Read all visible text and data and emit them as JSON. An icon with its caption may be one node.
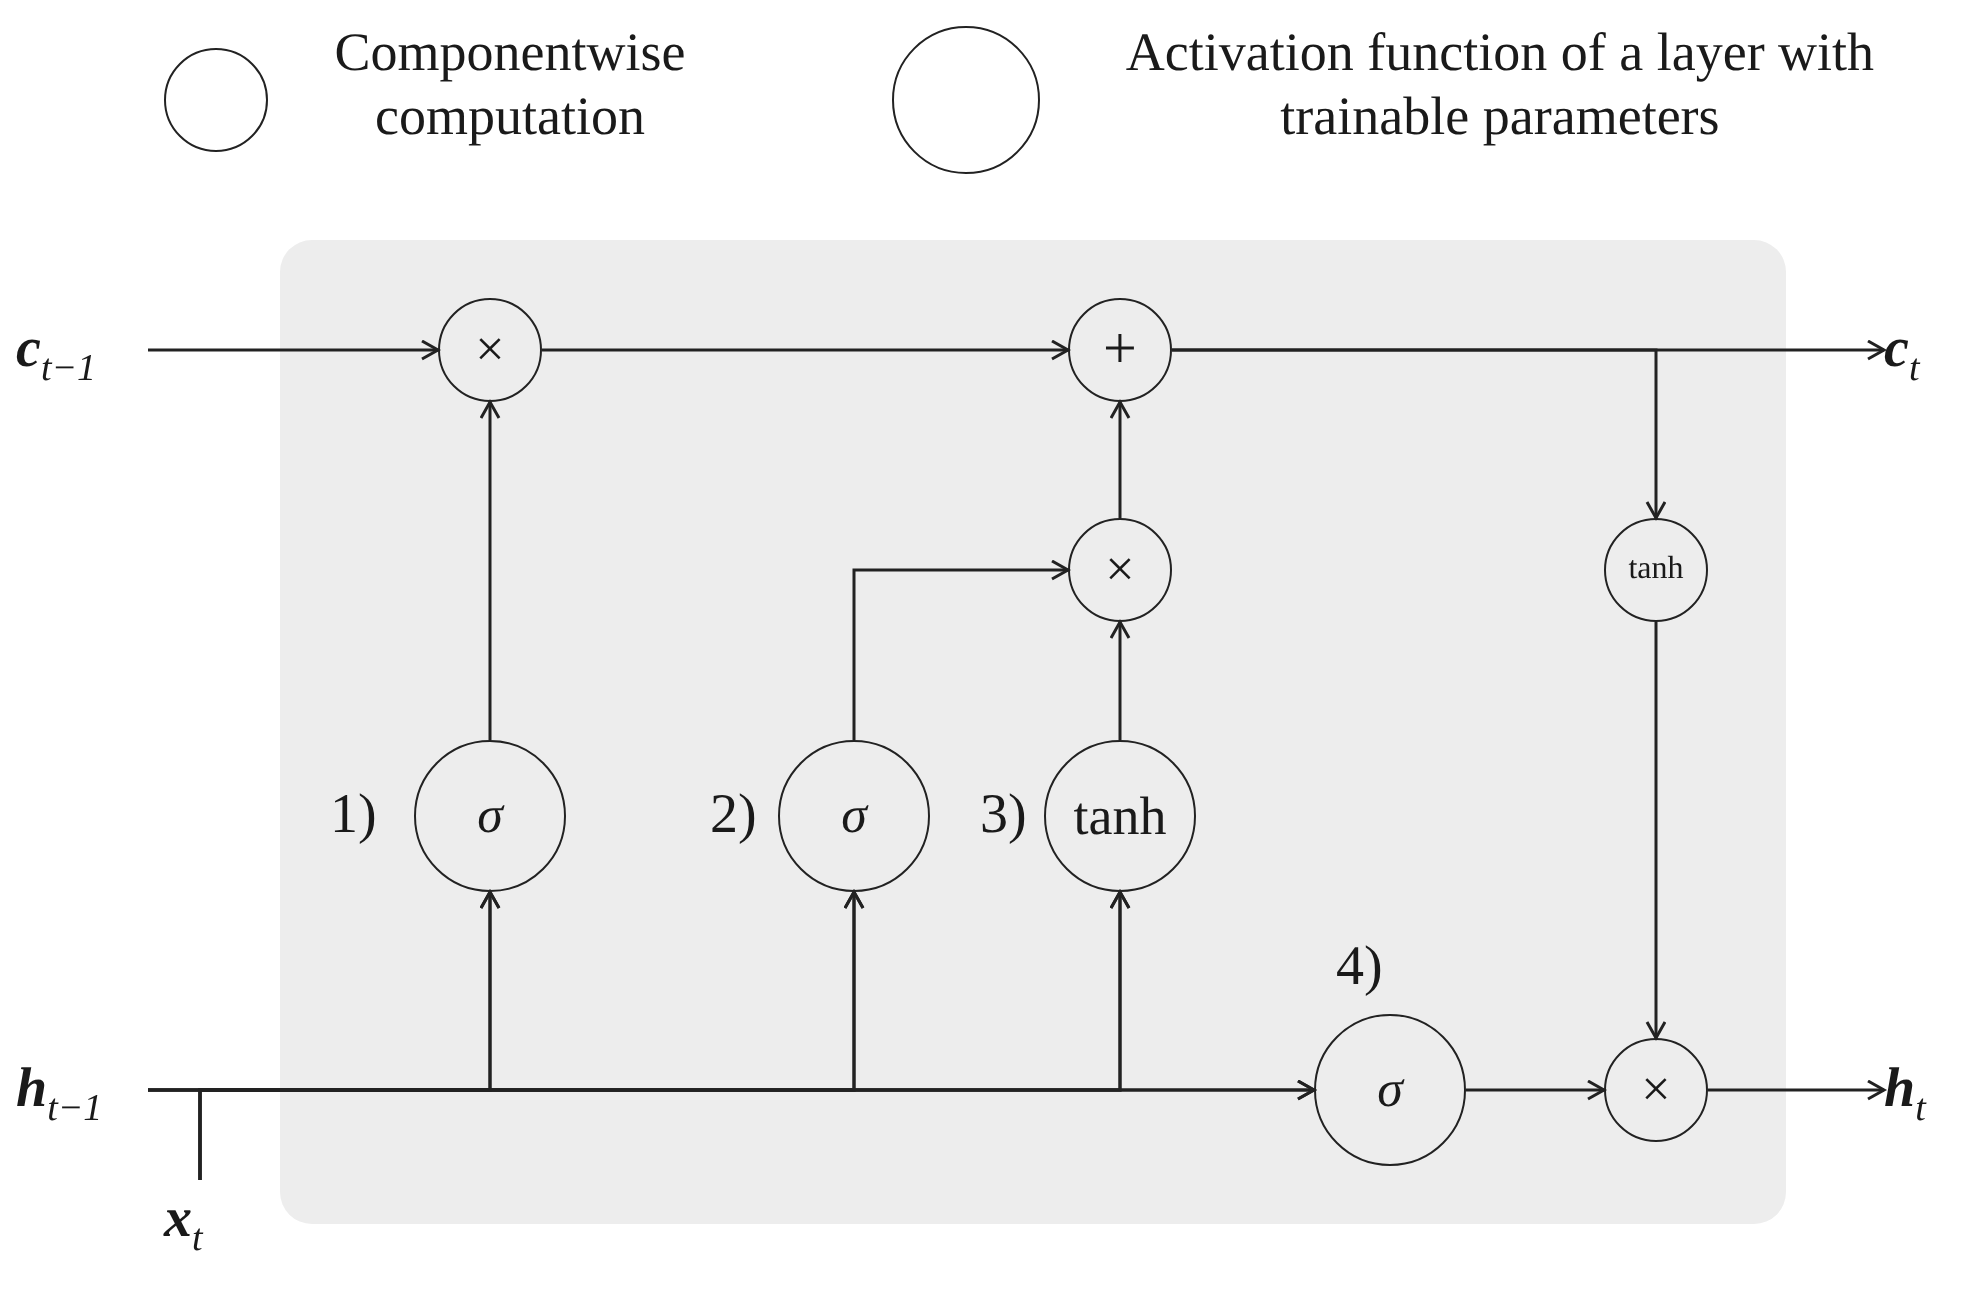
{
  "diagram": {
    "nodes": [
      {
        "text": [
          "**c**$_{t−1}$"
        ]
      },
      {
        "text": [
          "**h**$_{t−1}$"
        ]
      },
      {
        "text": [
          "**x**$_{t}$"
        ]
      },
      {
        "text": [
          "×"
        ]
      },
      {
        "text": [
          "+"
        ]
      },
      {
        "text": [
          "×"
        ]
      },
      {
        "text": [
          "tanh"
        ]
      },
      {
        "text": [
          "σ"
        ],
        "beside": [
          "1)"
        ]
      },
      {
        "text": [
          "σ"
        ],
        "beside": [
          "2)"
        ]
      },
      {
        "text": [
          "tanh"
        ],
        "beside": [
          "3)"
        ]
      },
      {
        "text": [
          "σ"
        ],
        "beside": [
          "4)"
        ]
      },
      {
        "text": [
          "×"
        ]
      },
      {
        "text": [
          "**c**$_{t}$"
        ]
      },
      {
        "text": [
          "**h**$_{t}$"
        ]
      }
    ],
    "edges": [
      {
        "from": 0,
        "to": 3,
        "arrow": "to"
      },
      {
        "from": 3,
        "to": 4,
        "arrow": "to"
      },
      {
        "from": 4,
        "to": 12,
        "arrow": "to"
      },
      {
        "from": 4,
        "to": 6,
        "arrow": "to"
      },
      {
        "from": 6,
        "to": 11,
        "arrow": "to"
      },
      {
        "from": 7,
        "to": 3,
        "arrow": "to"
      },
      {
        "from": 8,
        "to": 5,
        "arrow": "to"
      },
      {
        "from": 9,
        "to": 5,
        "arrow": "to"
      },
      {
        "from": 5,
        "to": 4,
        "arrow": "to"
      },
      {
        "from": 1,
        "to": 7,
        "arrow": "to"
      },
      {
        "from": 1,
        "to": 8,
        "arrow": "to"
      },
      {
        "from": 1,
        "to": 9,
        "arrow": "to"
      },
      {
        "from": 1,
        "to": 10,
        "arrow": "to"
      },
      {
        "from": 2,
        "to": 7,
        "arrow": "to"
      },
      {
        "from": 2,
        "to": 8,
        "arrow": "to"
      },
      {
        "from": 2,
        "to": 9,
        "arrow": "to"
      },
      {
        "from": 2,
        "to": 10,
        "arrow": "to"
      },
      {
        "from": 10,
        "to": 11,
        "arrow": "to"
      },
      {
        "from": 11,
        "to": 13,
        "arrow": "to"
      }
    ],
    "legend": [
      {
        "text": "Componentwise computation"
      },
      {
        "text": "Activation function of a layer with trainable parameters"
      }
    ]
  }
}
